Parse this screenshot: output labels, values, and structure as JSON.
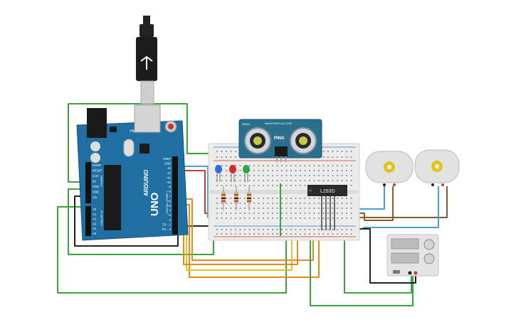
{
  "colors": {
    "arduino_board": "#1f6fa3",
    "breadboard": "#ececec",
    "sensor_board": "#2b6f8e",
    "wire_green": "#3aa63a",
    "wire_orange": "#e88a1a",
    "wire_yellow": "#e3c21a",
    "wire_black": "#222222",
    "wire_brown": "#8a5a2b",
    "wire_blue": "#4a9fd8",
    "wire_red": "#d23a2a",
    "led_blue": "#2f6fd6",
    "led_red": "#d42a2a",
    "led_green": "#2aa84a"
  },
  "arduino": {
    "brand": "ARDUINO",
    "model": "UNO",
    "led_label": "ON",
    "power_pins": [
      "IOREF",
      "RESET",
      "3.3V",
      "5V",
      "GND",
      "GND",
      "Vin"
    ],
    "analog_pins": [
      "A0",
      "A1",
      "A2",
      "A3",
      "A4",
      "A5"
    ],
    "digital_pins": [
      "AREF",
      "GND",
      "13",
      "12",
      "~11",
      "~10",
      "~9",
      "8",
      "7",
      "~6",
      "~5",
      "4",
      "~3",
      "2",
      "TX→1",
      "RX←0"
    ],
    "section_power": "POWER",
    "section_analog": "ANALOG IN",
    "section_digital": "DIGITAL (PWM~)"
  },
  "sensor": {
    "label": "PING",
    "model_text": "28015",
    "site_text": "WWW.PARALLAX.COM"
  },
  "driver_ic": {
    "label": "L293D"
  },
  "icons": [
    "usb-cable-icon",
    "dc-motor-icon",
    "power-supply-icon"
  ]
}
